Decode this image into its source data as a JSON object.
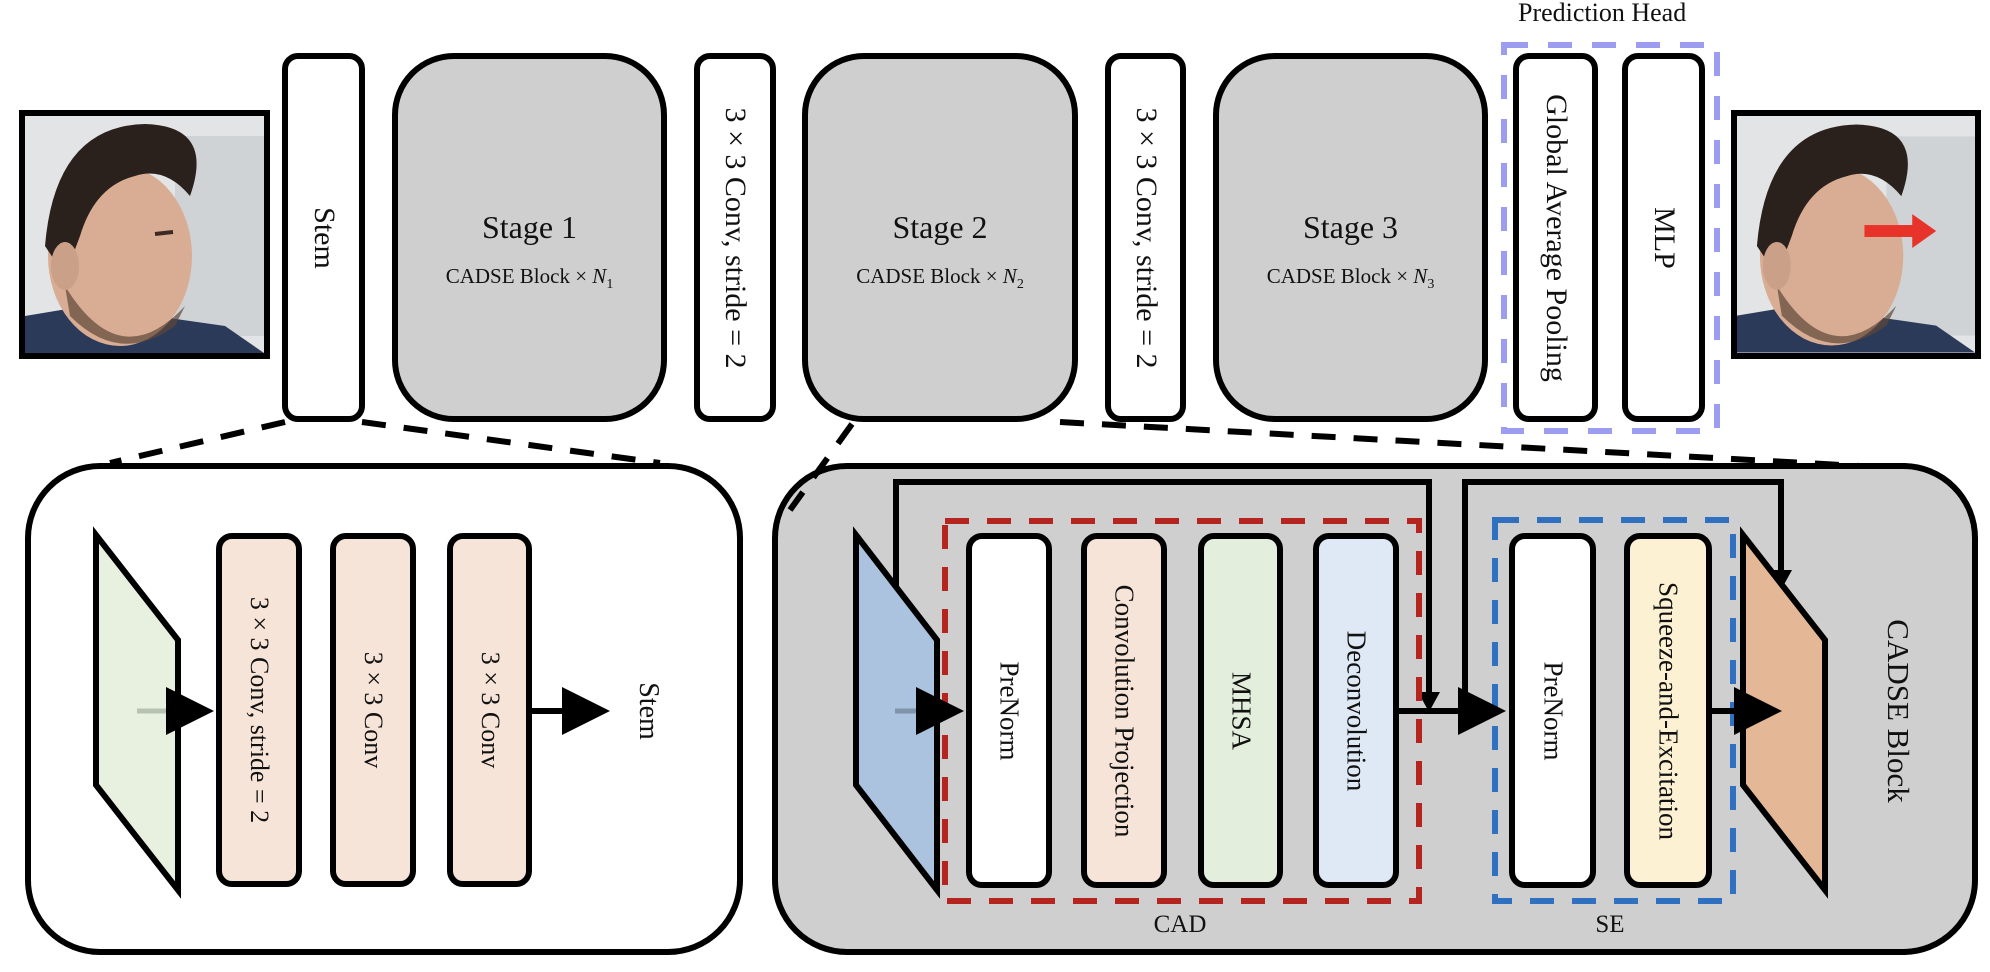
{
  "figure": {
    "pipeline": {
      "input_image": {
        "description": "face image (input)",
        "icon": "face-photo-icon"
      },
      "stem": {
        "label": "Stem"
      },
      "stages": [
        {
          "title": "Stage 1",
          "block": "CADSE Block ×",
          "n_symbol": "N",
          "n_index": "1"
        },
        {
          "title": "Stage 2",
          "block": "CADSE Block ×",
          "n_symbol": "N",
          "n_index": "2"
        },
        {
          "title": "Stage 3",
          "block": "CADSE Block ×",
          "n_symbol": "N",
          "n_index": "3"
        }
      ],
      "downsample": [
        {
          "label": "3 × 3 Conv, stride = 2"
        },
        {
          "label": "3 × 3 Conv, stride = 2"
        }
      ],
      "prediction_head": {
        "title": "Prediction Head",
        "items": [
          {
            "label": "Global Average Pooling"
          },
          {
            "label": "MLP"
          }
        ],
        "border_color": "#9c9cf0"
      },
      "output_image": {
        "description": "face image with gaze arrow (output)",
        "arrow_color": "#e8332a"
      }
    },
    "stem_detail": {
      "title": "Stem",
      "input_color": "#e8f1e0",
      "layers": [
        {
          "label": "3 × 3 Conv, stride = 2"
        },
        {
          "label": "3 × 3 Conv"
        },
        {
          "label": "3 × 3 Conv"
        }
      ],
      "layer_color": "#f7e4d8"
    },
    "cadse_detail": {
      "title": "CADSE Block",
      "background": "#d0cfd0",
      "input_color": "#abc3de",
      "output_color": "#e4b896",
      "cad": {
        "label": "CAD",
        "border_color": "#b52520",
        "layers": [
          {
            "label": "PreNorm",
            "color": "#ffffff"
          },
          {
            "label": "Convolution Projection",
            "color": "#f7e4d8"
          },
          {
            "label": "MHSA",
            "color": "#e3eedc"
          },
          {
            "label": "Deconvolution",
            "color": "#dfe8f5"
          }
        ]
      },
      "se": {
        "label": "SE",
        "border_color": "#3070c0",
        "layers": [
          {
            "label": "PreNorm",
            "color": "#ffffff"
          },
          {
            "label": "Squeeze-and-Excitation",
            "color": "#fcf1d2"
          }
        ]
      }
    }
  }
}
